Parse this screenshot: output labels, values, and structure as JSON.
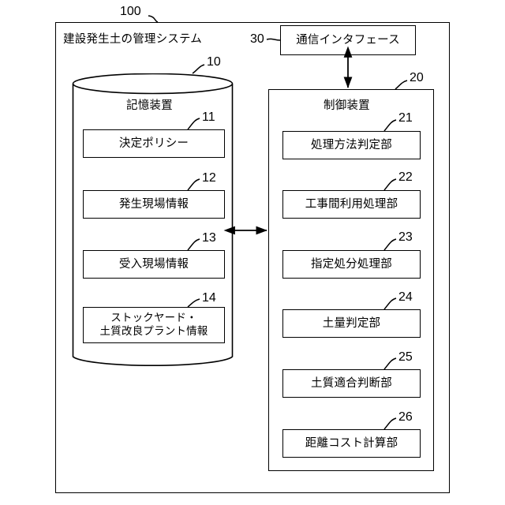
{
  "figure": {
    "system_ref": "100",
    "system_title": "建設発生土の管理システム"
  },
  "comm_interface": {
    "ref": "30",
    "label": "通信インタフェース"
  },
  "storage": {
    "ref": "10",
    "title": "記憶装置",
    "items": [
      {
        "ref": "11",
        "label": "決定ポリシー"
      },
      {
        "ref": "12",
        "label": "発生現場情報"
      },
      {
        "ref": "13",
        "label": "受入現場情報"
      },
      {
        "ref": "14",
        "label_line1": "ストックヤード・",
        "label_line2": "土質改良プラント情報"
      }
    ]
  },
  "controller": {
    "ref": "20",
    "title": "制御装置",
    "items": [
      {
        "ref": "21",
        "label": "処理方法判定部"
      },
      {
        "ref": "22",
        "label": "工事間利用処理部"
      },
      {
        "ref": "23",
        "label": "指定処分処理部"
      },
      {
        "ref": "24",
        "label": "土量判定部"
      },
      {
        "ref": "25",
        "label": "土質適合判断部"
      },
      {
        "ref": "26",
        "label": "距離コスト計算部"
      }
    ]
  },
  "colors": {
    "line": "#000000",
    "background": "#ffffff"
  }
}
